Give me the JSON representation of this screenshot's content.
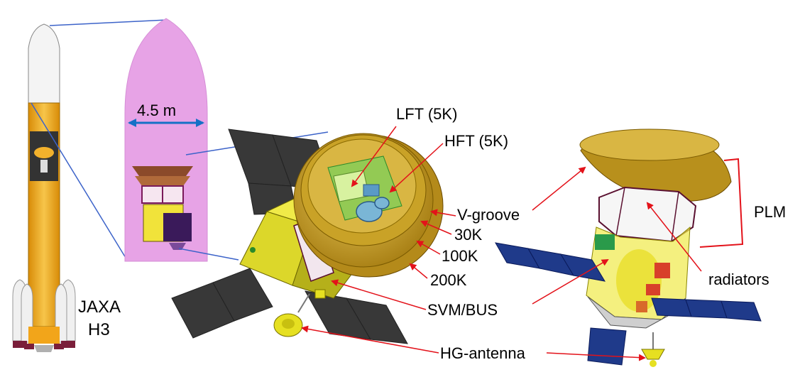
{
  "colors": {
    "fairing_pink": "#e7a3e6",
    "rocket_orange": "#f2a51a",
    "rocket_white": "#f4f4f4",
    "reflector_gold": "#c9a227",
    "bus_yellow": "#e6e021",
    "solar_dark": "#3a3a3a",
    "solar_blue": "#1f3a8a",
    "callout_red": "#e3121a",
    "dimension_blue": "#1570c6",
    "connector_blue": "#3c63c9"
  },
  "labels": {
    "fairing_diameter": "4.5 m",
    "lft": "LFT (5K)",
    "hft": "HFT (5K)",
    "vgroove": "V-groove",
    "t30k": "30K",
    "t100k": "100K",
    "t200k": "200K",
    "svm_bus": "SVM/BUS",
    "hg_antenna": "HG-antenna",
    "jaxa": "JAXA",
    "h3": "H3",
    "plm": "PLM",
    "radiators": "radiators"
  }
}
